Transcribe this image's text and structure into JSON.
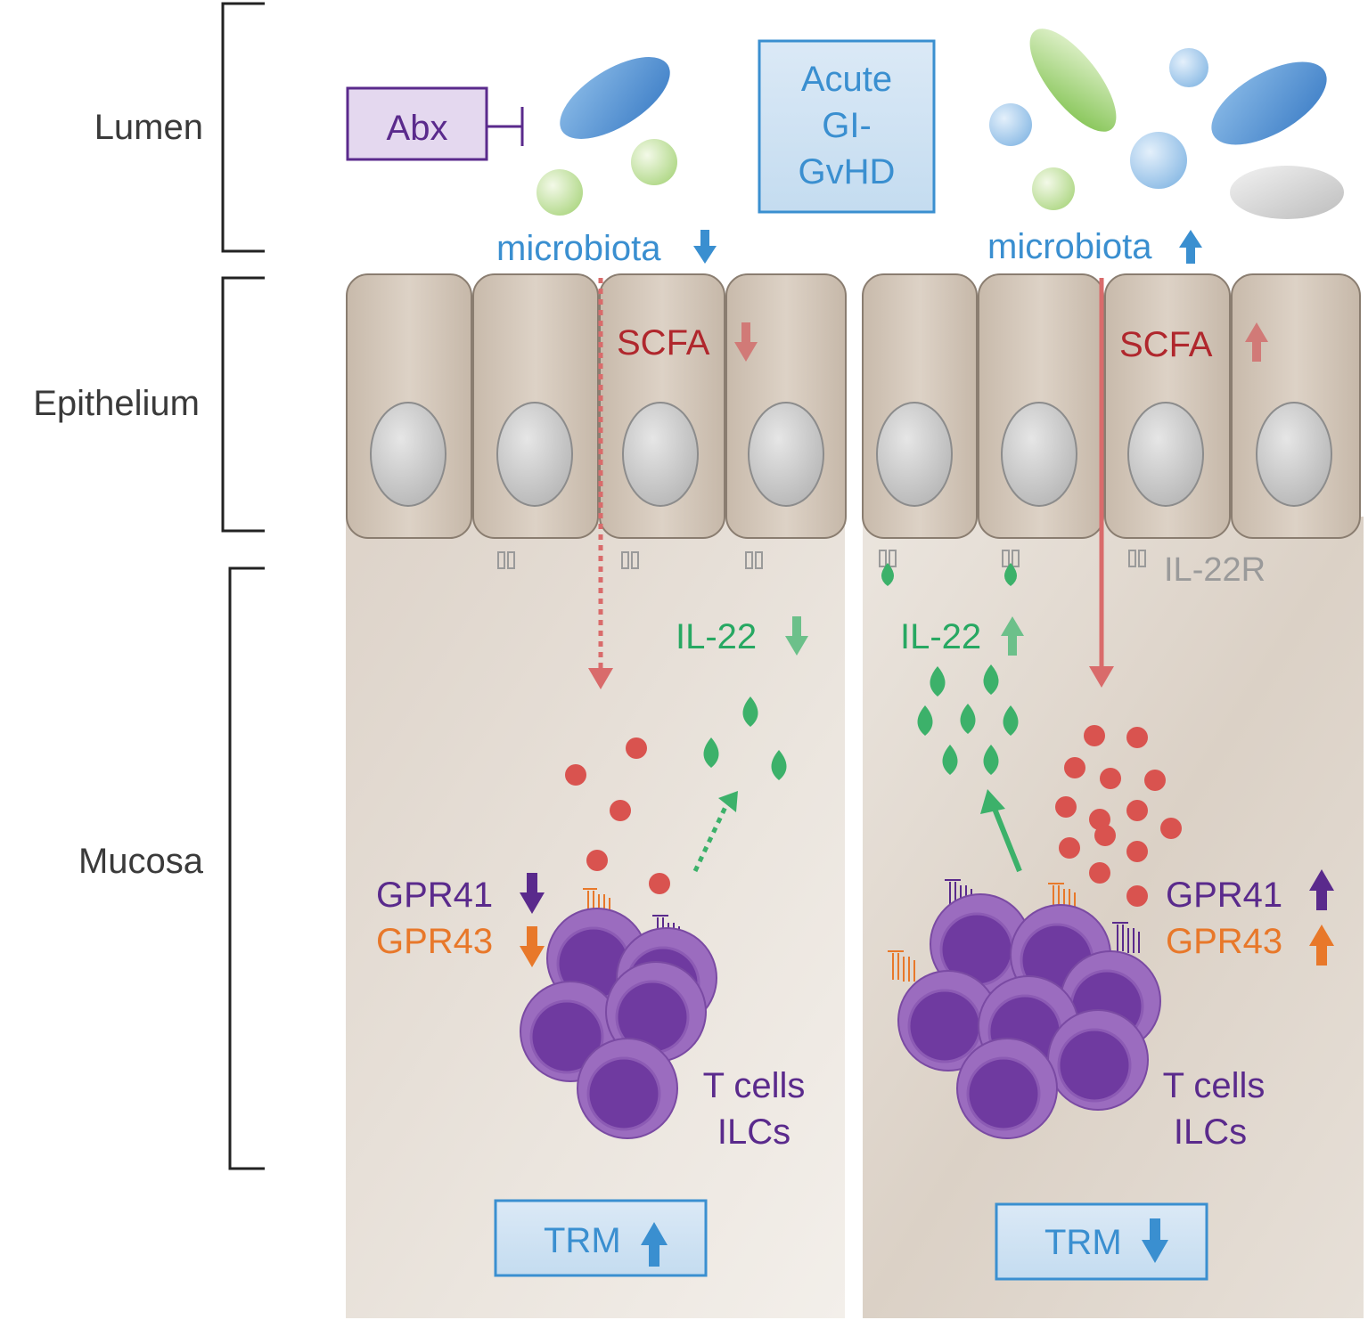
{
  "layers": {
    "lumen": "Lumen",
    "epithelium": "Epithelium",
    "mucosa": "Mucosa"
  },
  "top": {
    "abx": "Abx",
    "gvhd_line1": "Acute",
    "gvhd_line2": "GI-",
    "gvhd_line3": "GvHD"
  },
  "left_panel": {
    "microbiota": "microbiota",
    "scfa": "SCFA",
    "il22": "IL-22",
    "gpr41": "GPR41",
    "gpr43": "GPR43",
    "cells_line1": "T cells",
    "cells_line2": "ILCs",
    "trm": "TRM"
  },
  "right_panel": {
    "microbiota": "microbiota",
    "scfa": "SCFA",
    "il22": "IL-22",
    "il22r": "IL-22R",
    "gpr41": "GPR41",
    "gpr43": "GPR43",
    "cells_line1": "T cells",
    "cells_line2": "ILCs",
    "trm": "TRM"
  },
  "colors": {
    "blue": "#3a8fd0",
    "red": "#b0272d",
    "green": "#27a862",
    "purple": "#5a2a8c",
    "orange": "#e8782a",
    "gray": "#9a9a9a"
  }
}
